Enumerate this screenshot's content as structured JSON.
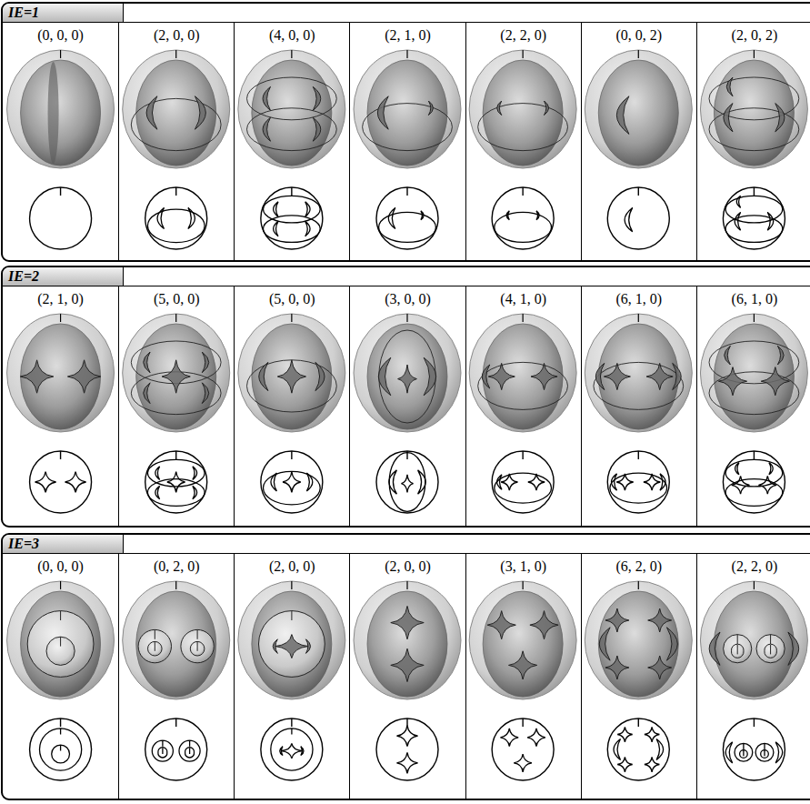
{
  "diagram": {
    "nodes": [
      {
        "text": [
          "IE=1"
        ]
      },
      {
        "text": [
          "(0, 0, 0)"
        ],
        "in": 0
      },
      {
        "text": [
          "(2, 0, 0)"
        ],
        "in": 0
      },
      {
        "text": [
          "(4, 0, 0)"
        ],
        "in": 0
      },
      {
        "text": [
          "(2, 1, 0)"
        ],
        "in": 0
      },
      {
        "text": [
          "(2, 2, 0)"
        ],
        "in": 0
      },
      {
        "text": [
          "(0, 0, 2)"
        ],
        "in": 0
      },
      {
        "text": [
          "(2, 0, 2)"
        ],
        "in": 0
      },
      {
        "text": [
          "IE=2"
        ]
      },
      {
        "text": [
          "(2, 1, 0)"
        ],
        "in": 8
      },
      {
        "text": [
          "(5, 0, 0)"
        ],
        "in": 8
      },
      {
        "text": [
          "(5, 0, 0)"
        ],
        "in": 8
      },
      {
        "text": [
          "(3, 0, 0)"
        ],
        "in": 8
      },
      {
        "text": [
          "(4, 1, 0)"
        ],
        "in": 8
      },
      {
        "text": [
          "(6, 1, 0)"
        ],
        "in": 8
      },
      {
        "text": [
          "(6, 1, 0)"
        ],
        "in": 8
      },
      {
        "text": [
          "IE=3"
        ]
      },
      {
        "text": [
          "(0, 0, 0)"
        ],
        "in": 16
      },
      {
        "text": [
          "(0, 2, 0)"
        ],
        "in": 16
      },
      {
        "text": [
          "(2, 0, 0)"
        ],
        "in": 16
      },
      {
        "text": [
          "(2, 0, 0)"
        ],
        "in": 16
      },
      {
        "text": [
          "(3, 1, 0)"
        ],
        "in": 16
      },
      {
        "text": [
          "(6, 2, 0)"
        ],
        "in": 16
      },
      {
        "text": [
          "(2, 2, 0)"
        ],
        "in": 16
      }
    ]
  }
}
